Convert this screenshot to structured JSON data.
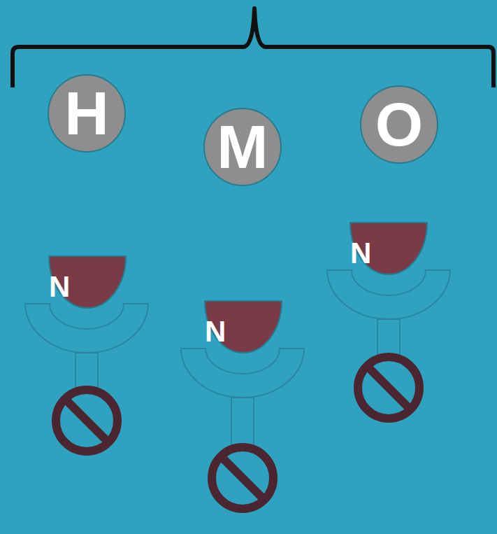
{
  "diagram": {
    "nodes": [
      {
        "text": [
          "H"
        ]
      },
      {
        "text": [
          "M"
        ]
      },
      {
        "text": [
          "O"
        ]
      },
      {
        "text": [
          "N"
        ]
      },
      {
        "text": [
          "N"
        ]
      },
      {
        "text": [
          "N"
        ]
      }
    ]
  }
}
